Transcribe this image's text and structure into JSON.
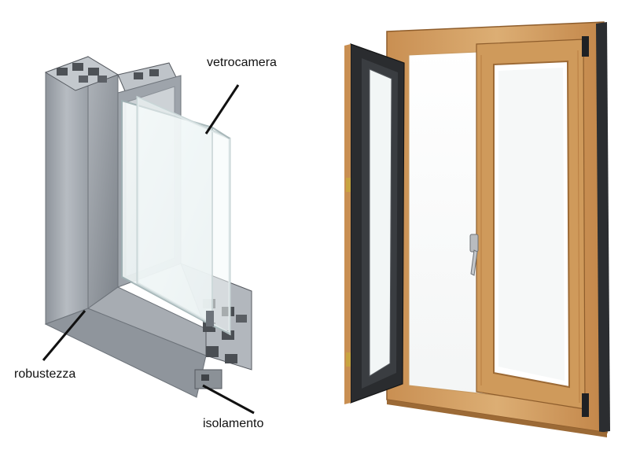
{
  "labels": {
    "vetrocamera": "vetrocamera",
    "robustezza": "robustezza",
    "isolamento": "isolamento"
  },
  "colors": {
    "aluminum_light": "#b9bec4",
    "aluminum_mid": "#9aa0a7",
    "aluminum_dark": "#6d737a",
    "glass": "#eef5f6",
    "wood_light": "#d4a46a",
    "wood_dark": "#b27a3f",
    "dark_frame": "#2b2d30",
    "leader_line": "#111111"
  }
}
